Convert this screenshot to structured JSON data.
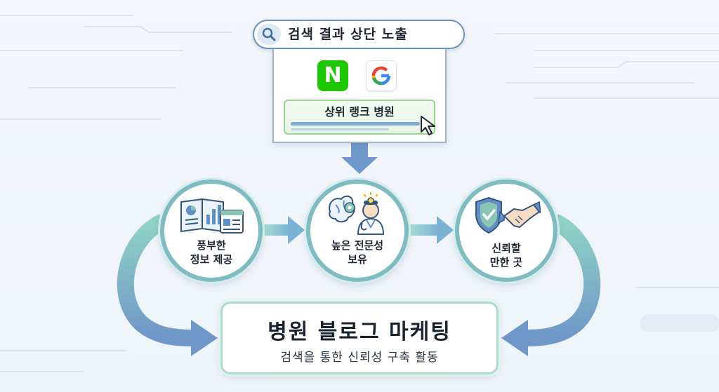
{
  "search": {
    "bar_text": "검색 결과 상단 노출",
    "naver_logo_letter": "N",
    "google_logo_letter": "G",
    "result_label": "상위 랭크 병원"
  },
  "steps": [
    {
      "line1": "풍부한",
      "line2": "정보 제공"
    },
    {
      "line1": "높은 전문성",
      "line2": "보유"
    },
    {
      "line1": "신뢰할",
      "line2": "만한 곳"
    }
  ],
  "main": {
    "title": "병원 블로그 마케팅",
    "subtitle": "검색을 통한 신뢰성 구축 활동"
  },
  "colors": {
    "naver_green": "#1ec800",
    "arrow_blue": "#6f97c9",
    "circle_teal": "#7fbcc2",
    "accent_green": "#9ed39a"
  }
}
